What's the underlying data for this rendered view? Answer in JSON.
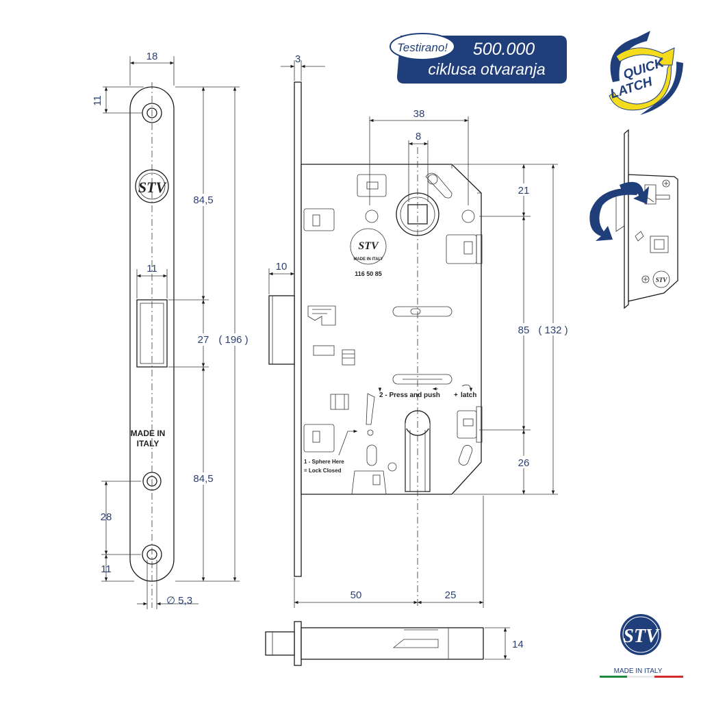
{
  "colors": {
    "navy": "#1f3e7a",
    "yellow": "#f4dc1c",
    "dim_text": "#2a3f6f",
    "green": "#1e8a3a",
    "red": "#d42a2a"
  },
  "badge": {
    "tested": "Testirano!",
    "cycles": "500.000",
    "cycles_text": "ciklusa otvaranja"
  },
  "quick_latch": {
    "line1": "QUICK",
    "line2": "LATCH"
  },
  "faceplate": {
    "width": "18",
    "top_hole": "11",
    "upper": "84,5",
    "latch_width": "11",
    "latch": "27",
    "total": "( 196 )",
    "lower": "84,5",
    "bottom_pitch": "28",
    "bottom_hole": "11",
    "hole_dia": "∅ 5,3",
    "made_line1": "MADE IN",
    "made_line2": "ITALY",
    "logo": "STV"
  },
  "body": {
    "plate": "3",
    "latch_proj": "10",
    "spacing": "38",
    "square": "8",
    "top_offset": "21",
    "center": "85",
    "height": "( 132 )",
    "bottom": "26",
    "backset": "50",
    "cyl_edge": "25",
    "code": "116 50 85",
    "instruction2": "2 - Press and push",
    "latch_word": "latch",
    "instruction1a": "1 - Sphere Here",
    "instruction1b": "= Lock Closed",
    "made_arc": "MADE IN ITALY"
  },
  "side": {
    "thickness": "14"
  },
  "brand": {
    "logo": "STV",
    "tagline": "MADE IN ITALY"
  },
  "icons": [
    "logo-stv-icon",
    "arrow-icon",
    "rotation-arrows-icon",
    "screw-icon"
  ]
}
